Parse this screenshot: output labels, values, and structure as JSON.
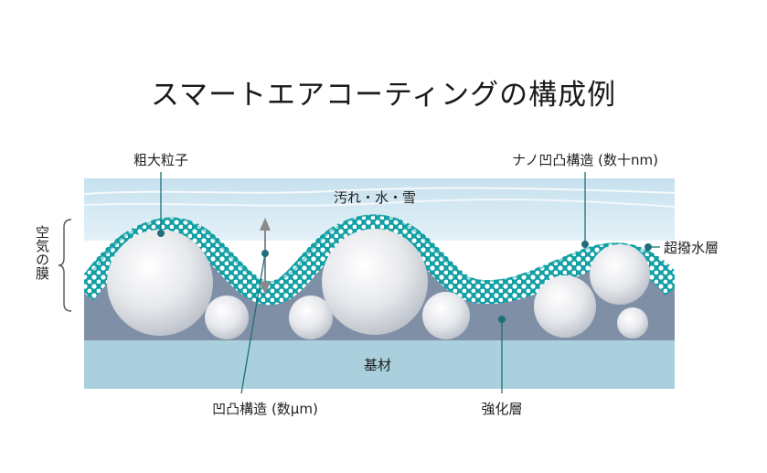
{
  "title": "スマートエアコーティングの構成例",
  "labels": {
    "coarse_particles": "粗大粒子",
    "nano_structure": "ナノ凹凸構造 (数十nm)",
    "dirt_water_snow": "汚れ・水・雪",
    "air_film": "空気の膜",
    "superhydrophobic_layer": "超撥水層",
    "substrate": "基材",
    "micro_structure": "凹凸構造 (数μm)",
    "reinforcement_layer": "強化層"
  },
  "colors": {
    "dirt_layer": "#cfe6f2",
    "coating_dots": "#14a3a7",
    "reinforcement": "#7f8fa6",
    "substrate": "#a9d0dc",
    "leader": "#1f6f7a",
    "arrow": "#8a8a8a"
  }
}
